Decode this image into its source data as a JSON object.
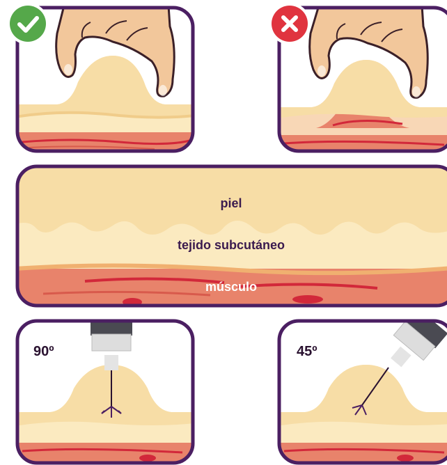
{
  "layers": {
    "skin_label": "piel",
    "subcutaneous_label": "tejido subcutáneo",
    "muscle_label": "músculo"
  },
  "technique": {
    "correct_icon": "check-icon",
    "incorrect_icon": "cross-icon",
    "correct_color": "#55a84a",
    "incorrect_color": "#e0343f"
  },
  "injection": {
    "angle_90_label": "90º",
    "angle_45_label": "45º"
  },
  "colors": {
    "frame": "#4b1f62",
    "skin": "#f7dda6",
    "skin_light": "#fbeec8",
    "subcutaneous": "#fbeac0",
    "muscle": "#e8836b",
    "muscle_dark": "#d85a4c",
    "blood": "#d2283a",
    "hand": "#f2c79b",
    "hand_line": "#3b2028"
  }
}
